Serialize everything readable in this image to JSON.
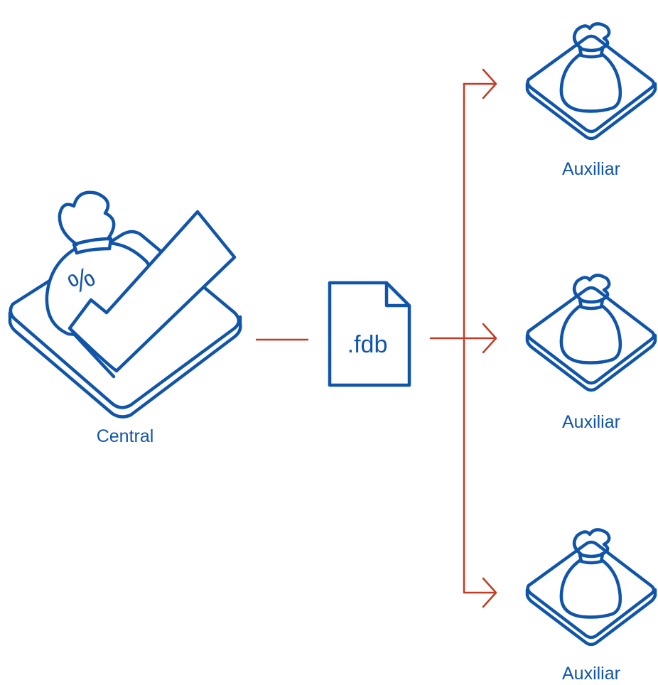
{
  "diagram": {
    "central_label": "Central",
    "file_label": ".fdb",
    "percent_glyph": "%",
    "auxiliaries": [
      {
        "label": "Auxiliar"
      },
      {
        "label": "Auxiliar"
      },
      {
        "label": "Auxiliar"
      }
    ]
  },
  "colors": {
    "icon_stroke": "#1155aa",
    "arrow": "#c23b22",
    "background": "#ffffff"
  },
  "icons": {
    "central": "money-bag-on-tray-with-checkmark-icon",
    "file": "document-file-icon",
    "auxiliary": "money-bag-on-tray-icon"
  }
}
